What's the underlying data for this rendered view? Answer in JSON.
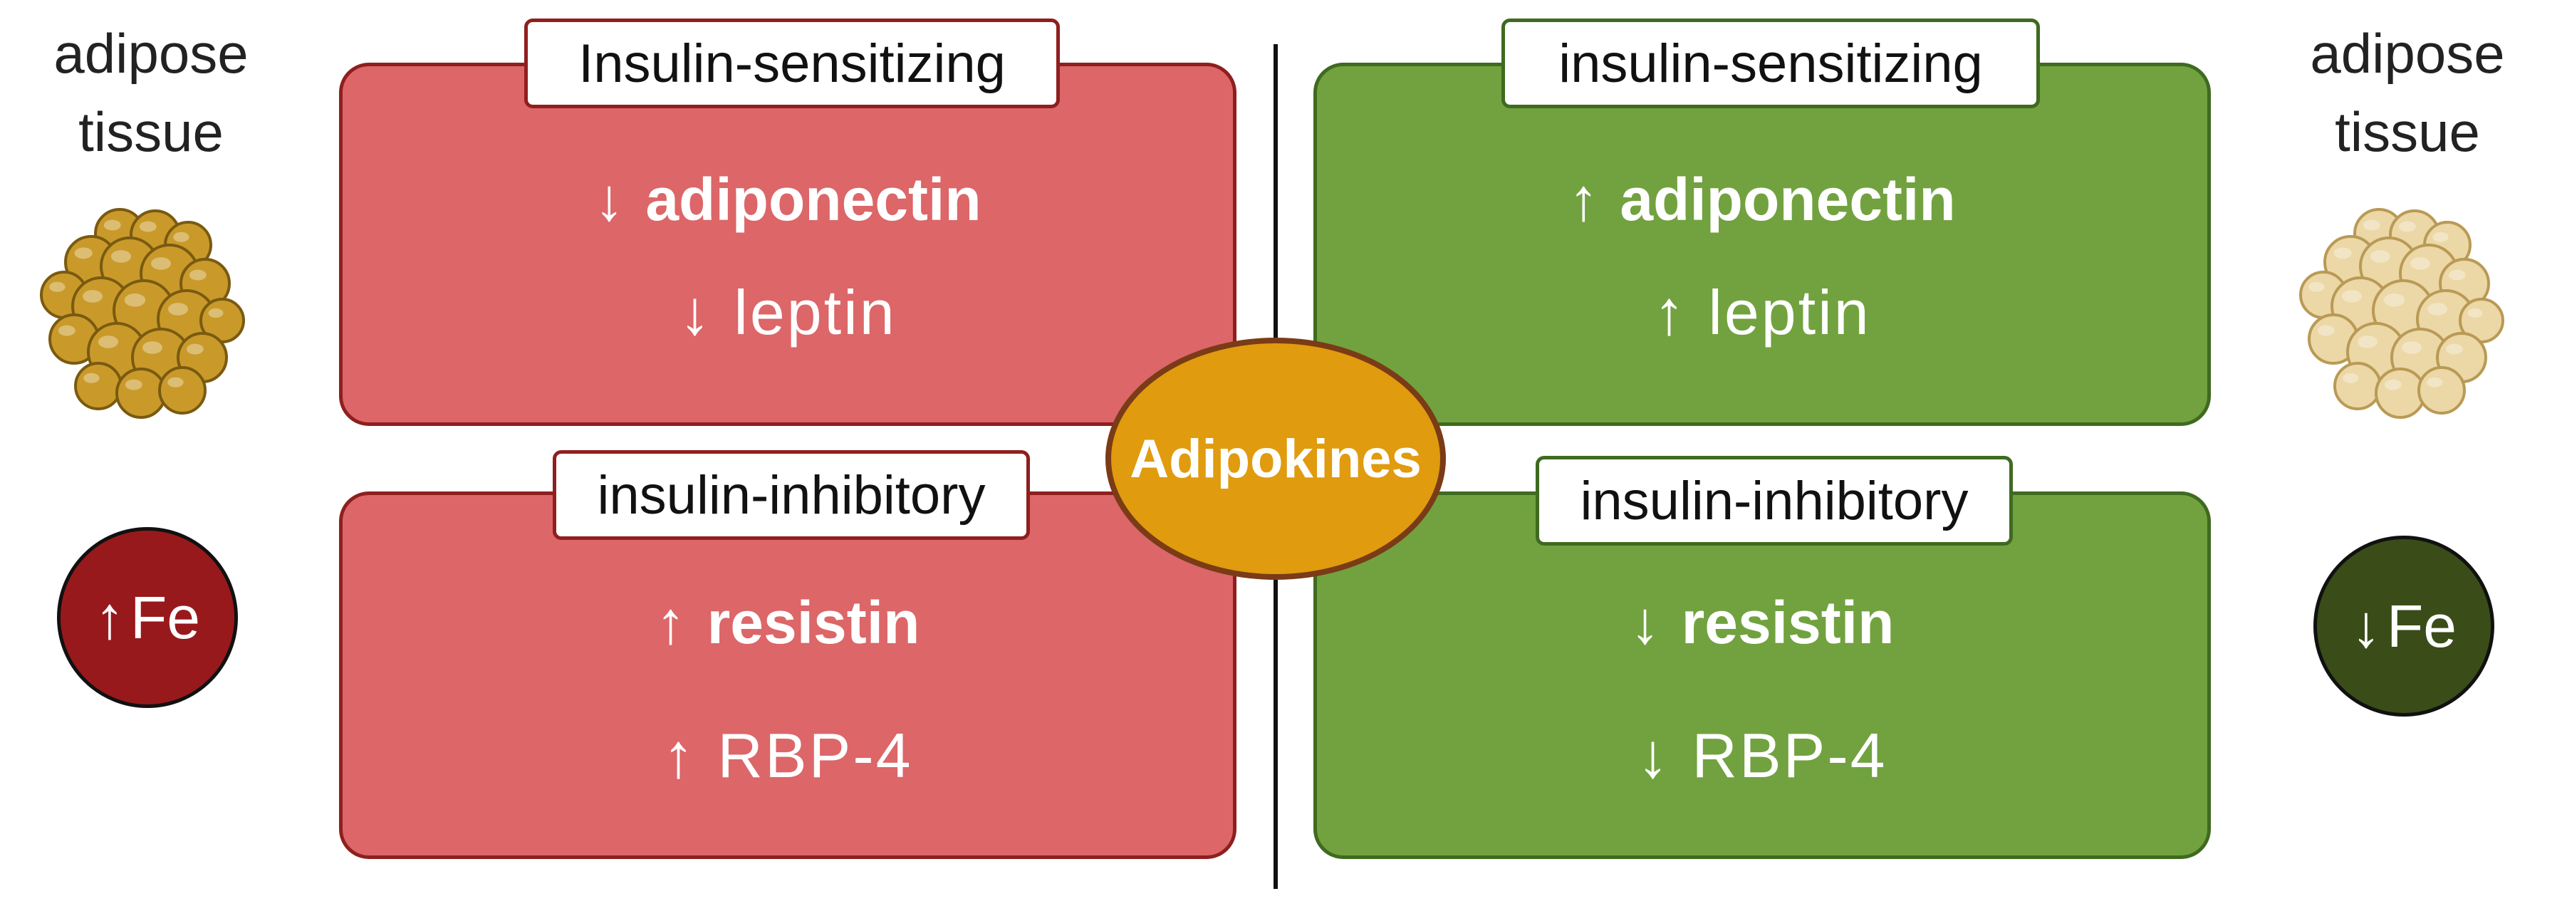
{
  "left": {
    "tissue_label": [
      "adipose",
      "tissue"
    ],
    "fe_arrow": "↑",
    "fe_text": "Fe",
    "top_panel": {
      "tag": "Insulin-sensitizing",
      "lines": [
        {
          "arrow": "↓",
          "text": "adiponectin"
        },
        {
          "arrow": "↓",
          "text": "leptin"
        }
      ]
    },
    "bottom_panel": {
      "tag": "insulin-inhibitory",
      "lines": [
        {
          "arrow": "↑",
          "text": "resistin"
        },
        {
          "arrow": "↑",
          "text": "RBP-4"
        }
      ]
    }
  },
  "right": {
    "tissue_label": [
      "adipose",
      "tissue"
    ],
    "fe_arrow": "↓",
    "fe_text": "Fe",
    "top_panel": {
      "tag": "insulin-sensitizing",
      "lines": [
        {
          "arrow": "↑",
          "text": "adiponectin"
        },
        {
          "arrow": "↑",
          "text": "leptin"
        }
      ]
    },
    "bottom_panel": {
      "tag": "insulin-inhibitory",
      "lines": [
        {
          "arrow": "↓",
          "text": "resistin"
        },
        {
          "arrow": "↓",
          "text": "RBP-4"
        }
      ]
    }
  },
  "center": {
    "label": "Adipokines"
  },
  "colors": {
    "red_panel": "#dc6668",
    "green_panel": "#71a23f",
    "hub": "#e09b0e",
    "fe_high": "#98191c",
    "fe_low": "#3a4d18",
    "fat_dark": "#c99a2a",
    "fat_light": "#ecd7a6"
  }
}
